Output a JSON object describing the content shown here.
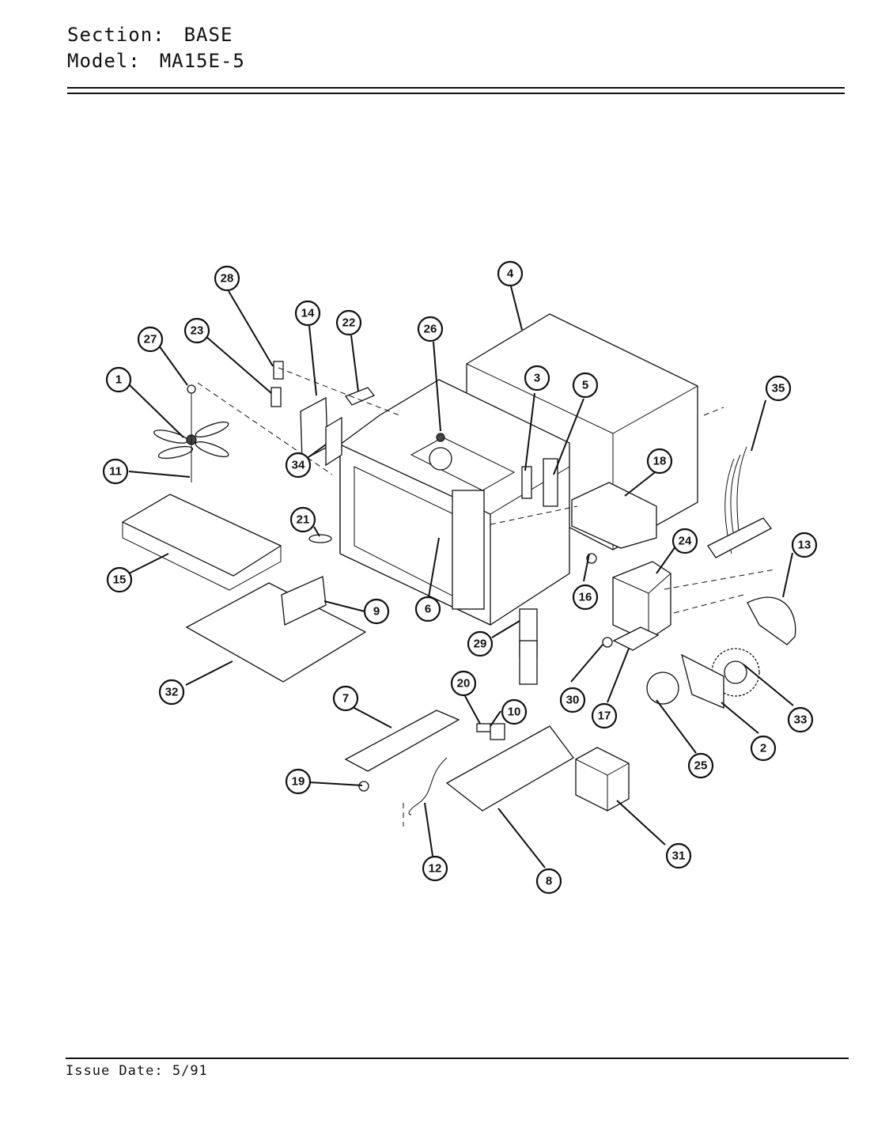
{
  "header": {
    "section_label": "Section:",
    "section_value": "BASE",
    "model_label": "Model:",
    "model_value": "MA15E-5"
  },
  "footer": {
    "issue_label": "Issue Date:",
    "issue_value": "5/91"
  },
  "callouts": [
    "1",
    "2",
    "3",
    "4",
    "5",
    "6",
    "7",
    "8",
    "9",
    "10",
    "11",
    "12",
    "13",
    "14",
    "15",
    "16",
    "17",
    "18",
    "19",
    "20",
    "21",
    "22",
    "23",
    "24",
    "25",
    "26",
    "27",
    "28",
    "29",
    "30",
    "31",
    "32",
    "33",
    "34",
    "35"
  ]
}
